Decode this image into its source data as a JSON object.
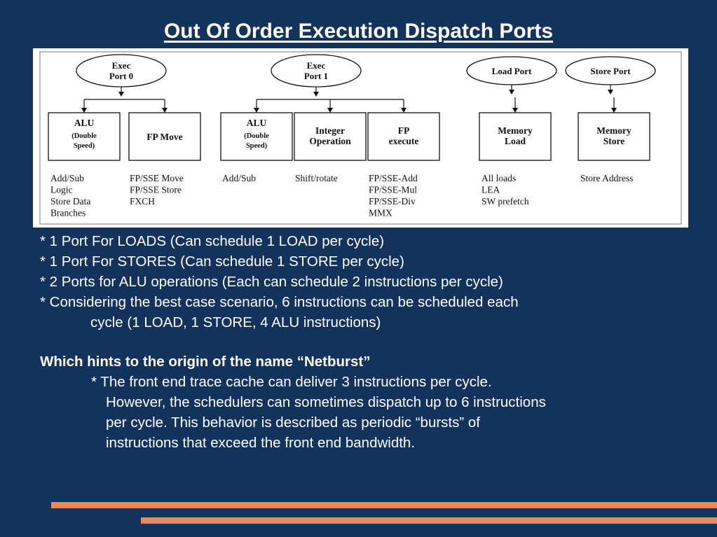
{
  "title": "Out Of Order Execution Dispatch Ports",
  "diagram": {
    "ports": [
      {
        "label_lines": [
          "Exec",
          "Port 0"
        ]
      },
      {
        "label_lines": [
          "Exec",
          "Port 1"
        ]
      },
      {
        "label_lines": [
          "Load Port"
        ]
      },
      {
        "label_lines": [
          "Store Port"
        ]
      }
    ],
    "units": [
      {
        "label_lines": [
          "ALU"
        ],
        "sub_lines": [
          "(Double",
          "Speed)"
        ],
        "ops": [
          "Add/Sub",
          "Logic",
          "Store Data",
          "Branches"
        ]
      },
      {
        "label_lines": [
          "FP Move"
        ],
        "sub_lines": [],
        "ops": [
          "FP/SSE Move",
          "FP/SSE Store",
          "FXCH"
        ]
      },
      {
        "label_lines": [
          "ALU"
        ],
        "sub_lines": [
          "(Double",
          "Speed)"
        ],
        "ops": [
          "Add/Sub"
        ]
      },
      {
        "label_lines": [
          "Integer",
          "Operation"
        ],
        "sub_lines": [],
        "ops": [
          "Shift/rotate"
        ]
      },
      {
        "label_lines": [
          "FP",
          "execute"
        ],
        "sub_lines": [],
        "ops": [
          "FP/SSE-Add",
          "FP/SSE-Mul",
          "FP/SSE-Div",
          "MMX"
        ]
      },
      {
        "label_lines": [
          "Memory",
          "Load"
        ],
        "sub_lines": [],
        "ops": [
          "All loads",
          "LEA",
          "SW prefetch"
        ]
      },
      {
        "label_lines": [
          "Memory",
          "Store"
        ],
        "sub_lines": [],
        "ops": [
          "Store Address"
        ]
      }
    ]
  },
  "bullets": [
    "* 1 Port For LOADS (Can schedule 1 LOAD per cycle)",
    "* 1 Port For STORES (Can schedule 1 STORE per cycle)",
    "* 2 Ports for ALU operations (Each can schedule 2 instructions per cycle)",
    "* Considering the best case scenario, 6 instructions can be scheduled each",
    "cycle (1 LOAD, 1 STORE, 4 ALU instructions)"
  ],
  "hint_heading": "Which hints to the origin of the name “Netburst”",
  "hint_lines": [
    "* The front end trace cache can deliver 3 instructions per cycle.",
    "However, the schedulers can sometimes dispatch up to 6 instructions",
    "per cycle.   This behavior is described as periodic “bursts” of",
    "instructions that exceed the front end bandwidth."
  ],
  "colors": {
    "background": "#14335c",
    "accent_bar": "#f5845a",
    "diagram_bg": "#ffffff"
  }
}
